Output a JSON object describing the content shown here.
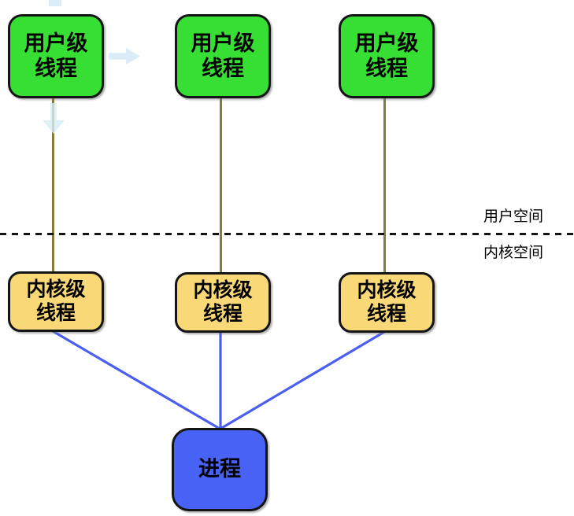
{
  "diagram": {
    "title": "many-to-one threading model",
    "user_threads": [
      {
        "line1": "用户级",
        "line2": "线程"
      },
      {
        "line1": "用户级",
        "line2": "线程"
      },
      {
        "line1": "用户级",
        "line2": "线程"
      }
    ],
    "kernel_threads": [
      {
        "line1": "内核级",
        "line2": "线程"
      },
      {
        "line1": "内核级",
        "line2": "线程"
      },
      {
        "line1": "内核级",
        "line2": "线程"
      }
    ],
    "process_label": "进程",
    "user_space_label": "用户空间",
    "kernel_space_label": "内核空间",
    "icons": {
      "up_arrow_fragment": "block-arrow-up-cropped",
      "right_arrow": "block-arrow-right",
      "down_arrow": "block-arrow-down"
    },
    "colors": {
      "green": "#37DE33",
      "yellow": "#F8D877",
      "procblue": "#4962F6",
      "lineblue": "#4A5FF0",
      "olive": "#8A7B3C",
      "cueblue": "#D9ECF8"
    }
  }
}
